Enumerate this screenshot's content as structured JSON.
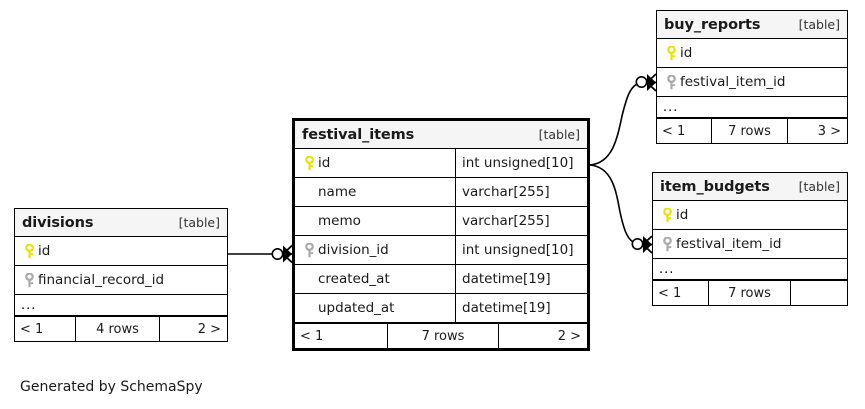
{
  "diagram": {
    "caption": "Generated by SchemaSpy",
    "table_kind_label": "[table]",
    "ellipsis": "...",
    "colors": {
      "primary_key": "#e8e400",
      "foreign_key": "#a9a9a9",
      "header_bg": "#f5f5f5",
      "border": "#000000",
      "background": "#ffffff"
    }
  },
  "tables": {
    "festival_items": {
      "name": "festival_items",
      "kind": "[table]",
      "columns": [
        {
          "key": "primary",
          "name": "id",
          "type": "int unsigned[10]"
        },
        {
          "key": "none",
          "name": "name",
          "type": "varchar[255]"
        },
        {
          "key": "none",
          "name": "memo",
          "type": "varchar[255]"
        },
        {
          "key": "foreign",
          "name": "division_id",
          "type": "int unsigned[10]"
        },
        {
          "key": "none",
          "name": "created_at",
          "type": "datetime[19]"
        },
        {
          "key": "none",
          "name": "updated_at",
          "type": "datetime[19]"
        }
      ],
      "footer": {
        "prev": "< 1",
        "rows": "7 rows",
        "next": "2 >"
      }
    },
    "divisions": {
      "name": "divisions",
      "kind": "[table]",
      "columns": [
        {
          "key": "primary",
          "name": "id"
        },
        {
          "key": "foreign",
          "name": "financial_record_id"
        }
      ],
      "ellipsis": "...",
      "footer": {
        "prev": "< 1",
        "rows": "4 rows",
        "next": "2 >"
      }
    },
    "buy_reports": {
      "name": "buy_reports",
      "kind": "[table]",
      "columns": [
        {
          "key": "primary",
          "name": "id"
        },
        {
          "key": "foreign",
          "name": "festival_item_id"
        }
      ],
      "ellipsis": "...",
      "footer": {
        "prev": "< 1",
        "rows": "7 rows",
        "next": "3 >"
      }
    },
    "item_budgets": {
      "name": "item_budgets",
      "kind": "[table]",
      "columns": [
        {
          "key": "primary",
          "name": "id"
        },
        {
          "key": "foreign",
          "name": "festival_item_id"
        }
      ],
      "ellipsis": "...",
      "footer": {
        "prev": "< 1",
        "rows": "7 rows",
        "next": ""
      }
    }
  },
  "relationships": [
    {
      "from": "divisions.id",
      "to": "festival_items.division_id",
      "from_cardinality": "one",
      "to_cardinality": "zero-or-many"
    },
    {
      "from": "festival_items.id",
      "to": "buy_reports.festival_item_id",
      "from_cardinality": "one",
      "to_cardinality": "zero-or-many"
    },
    {
      "from": "festival_items.id",
      "to": "item_budgets.festival_item_id",
      "from_cardinality": "one",
      "to_cardinality": "zero-or-many"
    }
  ]
}
